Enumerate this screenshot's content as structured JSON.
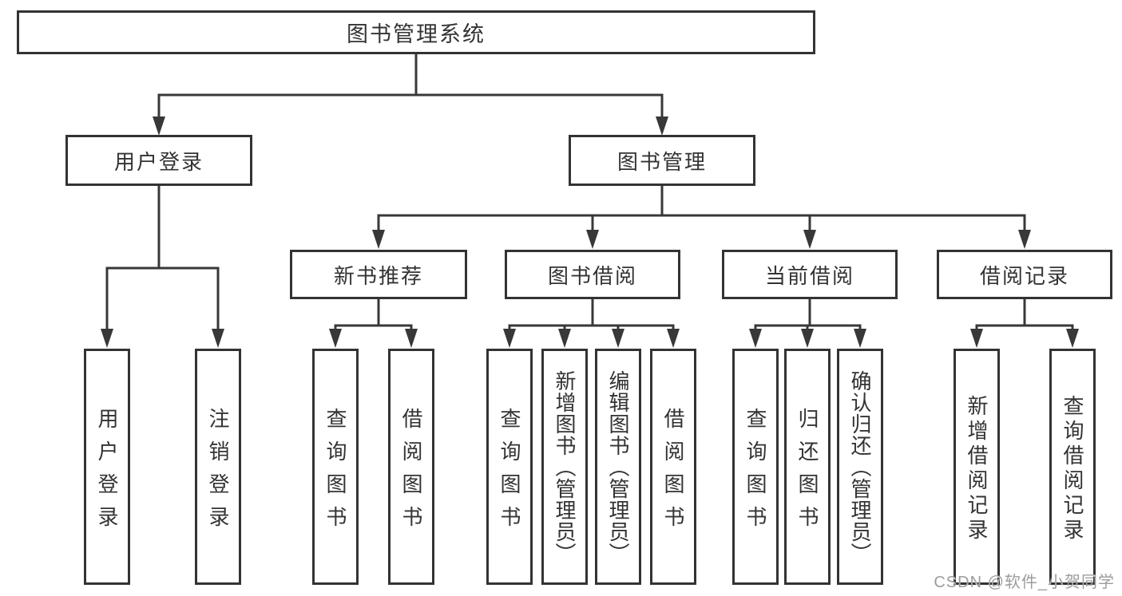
{
  "tree": {
    "root": {
      "label": "图书管理系统"
    },
    "branches": [
      {
        "label": "用户登录",
        "children": [
          {
            "label": "用户登录"
          },
          {
            "label": "注销登录"
          }
        ]
      },
      {
        "label": "图书管理",
        "children": [
          {
            "label": "新书推荐",
            "children": [
              {
                "label": "查询图书"
              },
              {
                "label": "借阅图书"
              }
            ]
          },
          {
            "label": "图书借阅",
            "children": [
              {
                "label": "查询图书"
              },
              {
                "label": "新增图书（管理员）"
              },
              {
                "label": "编辑图书（管理员）"
              },
              {
                "label": "借阅图书"
              }
            ]
          },
          {
            "label": "当前借阅",
            "children": [
              {
                "label": "查询图书"
              },
              {
                "label": "归还图书"
              },
              {
                "label": "确认归还（管理员）"
              }
            ]
          },
          {
            "label": "借阅记录",
            "children": [
              {
                "label": "新增借阅记录"
              },
              {
                "label": "查询借阅记录"
              }
            ]
          }
        ]
      }
    ]
  },
  "watermark": {
    "text": "CSDN @软件_小贺同学"
  },
  "colors": {
    "line": "#383838",
    "box_border": "#333333",
    "text": "#333333",
    "background": "#ffffff",
    "watermark": "#9c9c9c"
  }
}
